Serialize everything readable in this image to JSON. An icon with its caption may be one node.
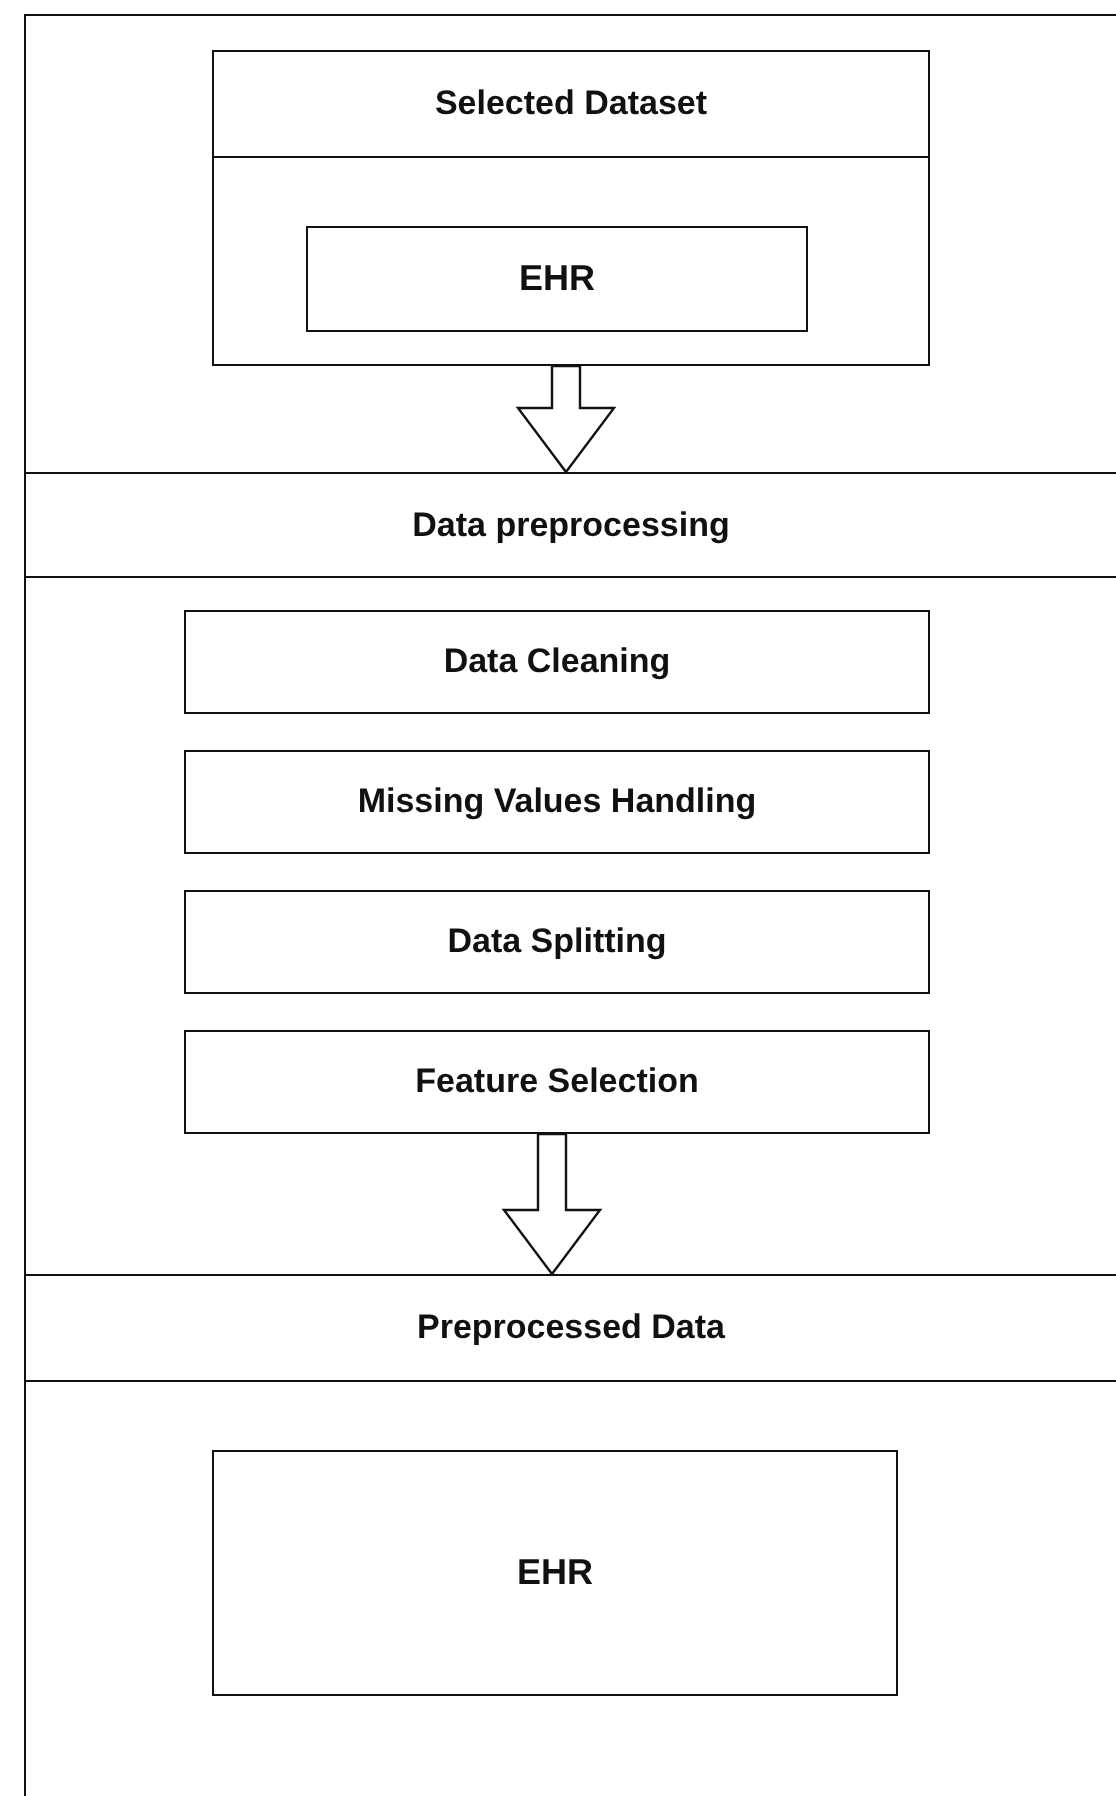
{
  "diagram": {
    "nodes": [
      {
        "text": [
          "Selected Dataset"
        ]
      },
      {
        "text": [
          "EHR"
        ],
        "in": 0
      },
      {
        "text": [
          "Data preprocessing"
        ]
      },
      {
        "text": [
          "Data Cleaning"
        ]
      },
      {
        "text": [
          "Missing Values Handling"
        ]
      },
      {
        "text": [
          "Data Splitting"
        ]
      },
      {
        "text": [
          "Feature Selection"
        ]
      },
      {
        "text": [
          "Preprocessed Data"
        ]
      },
      {
        "text": [
          "EHR"
        ]
      }
    ],
    "edges": [
      {
        "from": 0,
        "to": 2,
        "arrow": "to"
      },
      {
        "from": 6,
        "to": 7,
        "arrow": "to"
      }
    ]
  }
}
